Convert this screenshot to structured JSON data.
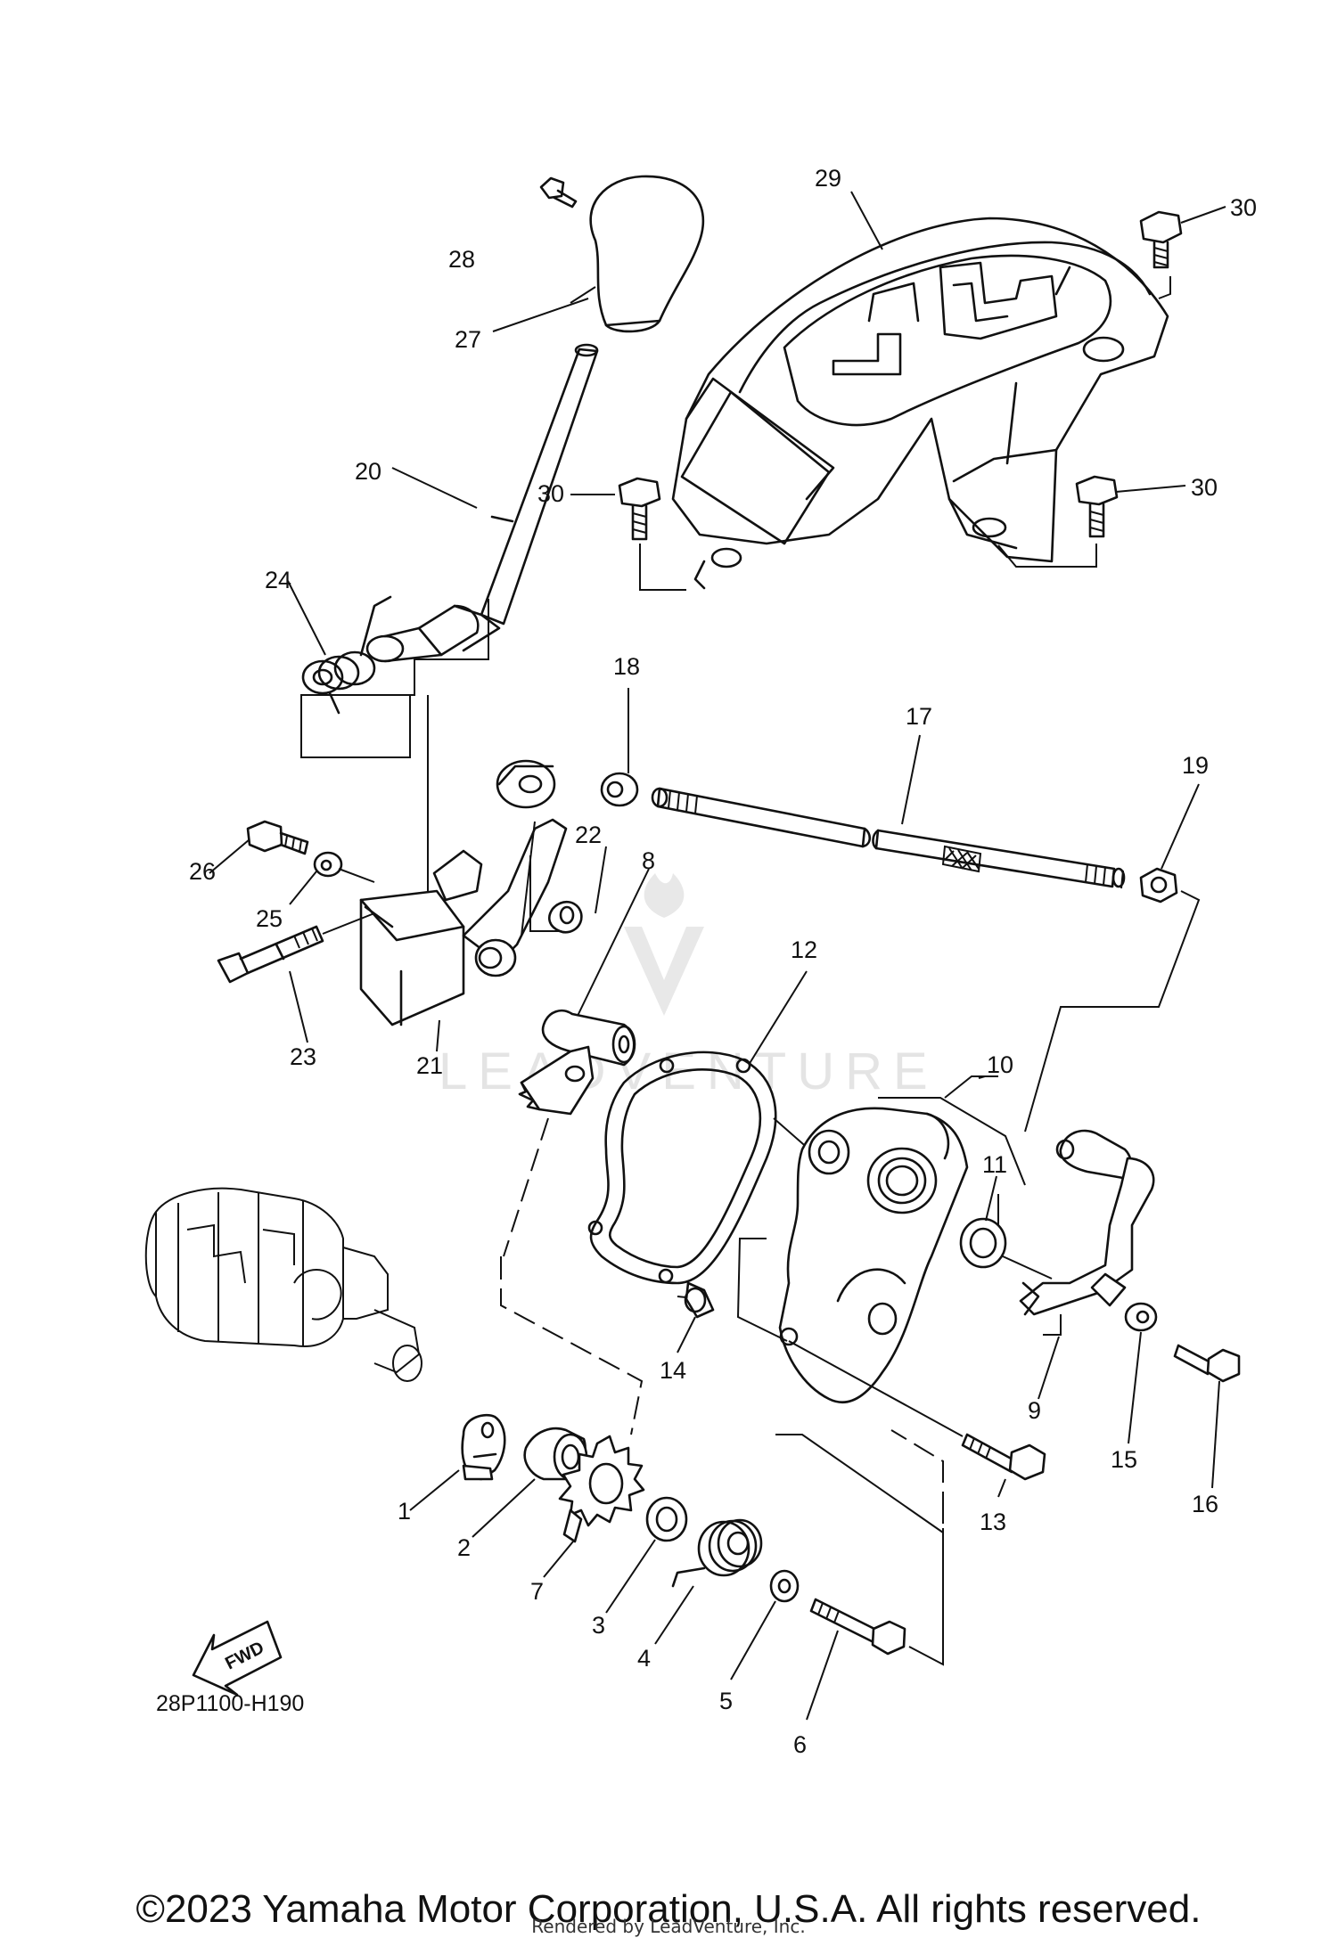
{
  "diagram": {
    "code": "28P1100-H190",
    "fwd_label": "FWD",
    "watermark": "LEADVENTURE",
    "callouts": [
      "1",
      "2",
      "3",
      "4",
      "5",
      "6",
      "7",
      "8",
      "9",
      "10",
      "11",
      "12",
      "13",
      "14",
      "15",
      "16",
      "17",
      "18",
      "19",
      "20",
      "21",
      "22",
      "23",
      "24",
      "25",
      "26",
      "27",
      "28",
      "29",
      "30"
    ]
  },
  "footer": {
    "copyright": "©2023 Yamaha Motor Corporation, U.S.A. All rights reserved.",
    "rendered_by": "Rendered by LeadVenture, Inc."
  }
}
